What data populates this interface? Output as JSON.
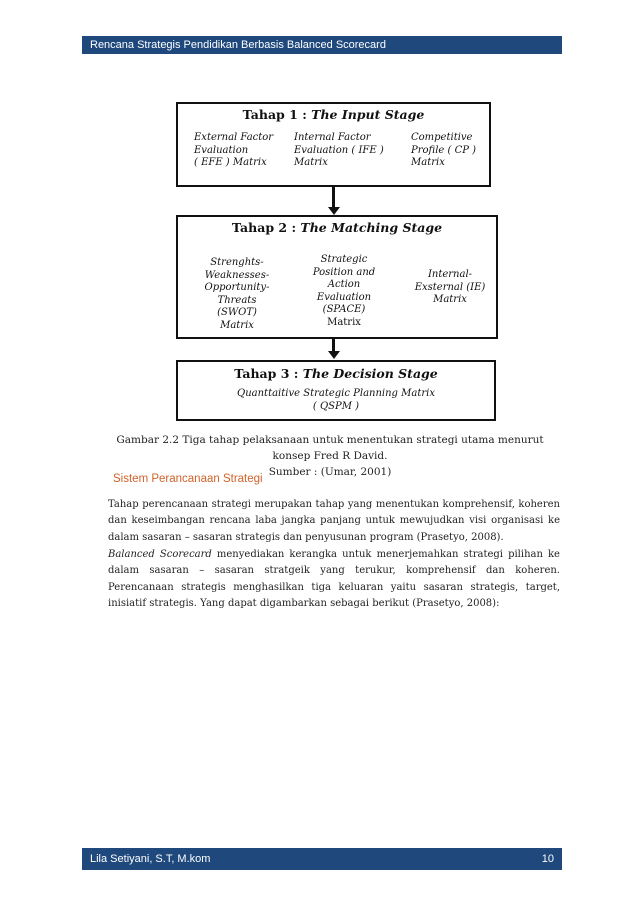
{
  "header": {
    "title": "Rencana Strategis Pendidikan Berbasis Balanced Scorecard"
  },
  "figure": {
    "stage1": {
      "prefix": "Tahap 1 : ",
      "name": "The Input Stage",
      "cells": [
        [
          "External Factor",
          "Evaluation",
          "( EFE ) Matrix"
        ],
        [
          "Internal Factor",
          "Evaluation ( IFE )",
          "Matrix"
        ],
        [
          "Competitive",
          "Profile ( CP )",
          "Matrix"
        ]
      ]
    },
    "stage2": {
      "prefix": "Tahap 2 : ",
      "name": "The Matching Stage",
      "cells": [
        [
          "Strenghts-",
          "Weaknesses-",
          "Opportunity-",
          "Threats (SWOT)",
          "Matrix"
        ],
        [
          "Strategic",
          "Position and",
          "Action",
          "Evaluation",
          "(SPACE)",
          "Matrix"
        ],
        [
          "Internal-",
          "Exsternal (IE)",
          "Matrix"
        ]
      ]
    },
    "stage3": {
      "prefix": "Tahap 3 : ",
      "name": "The Decision Stage",
      "cells": [
        [
          "Quanttaitive Strategic Planning Matrix",
          "( QSPM )"
        ]
      ]
    }
  },
  "caption": {
    "line1": "Gambar 2.2 Tiga tahap pelaksanaan untuk menentukan strategi utama menurut konsep Fred R David.",
    "line2": "Sumber : (Umar, 2001)"
  },
  "section": {
    "heading": "Sistem Perancanaan Strategi"
  },
  "paragraphs": {
    "p1": "Tahap perencanaan strategi merupakan tahap yang menentukan komprehensif, koheren dan keseimbangan rencana laba jangka panjang untuk mewujudkan visi organisasi ke dalam sasaran – sasaran strategis dan penyusunan program (Prasetyo, 2008).",
    "p2_italic": "Balanced Scorecard",
    "p2_rest": " menyediakan kerangka untuk menerjemahkan strategi pilihan ke dalam sasaran – sasaran stratgeik yang terukur, komprehensif dan koheren. Perencanaan strategis menghasilkan tiga keluaran yaitu sasaran strategis, target, inisiatif strategis. Yang dapat digambarkan sebagai berikut (Prasetyo, 2008):"
  },
  "footer": {
    "author": "Lila Setiyani, S.T, M.kom",
    "page": "10"
  },
  "colors": {
    "bar": "#1f497d",
    "heading": "#d0632b"
  }
}
